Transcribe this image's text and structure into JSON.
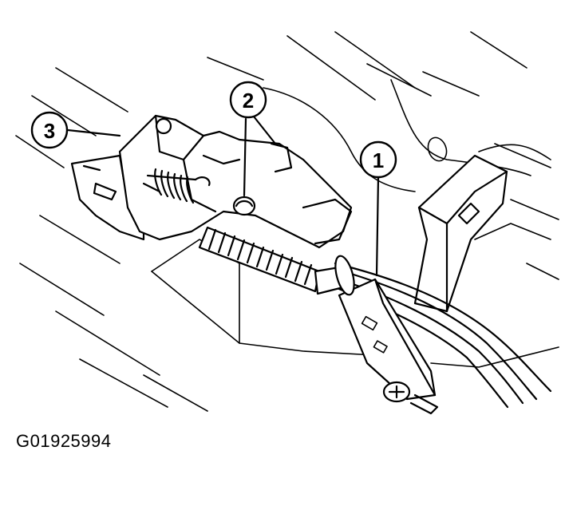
{
  "diagram": {
    "figure_id": "G01925994",
    "callouts": [
      {
        "label": "1",
        "part": "cable-retainer"
      },
      {
        "label": "2",
        "part": "mounting-bolt"
      },
      {
        "label": "3",
        "part": "lever-bracket"
      }
    ],
    "colors": {
      "ink": "#000000",
      "paper": "#ffffff"
    }
  }
}
